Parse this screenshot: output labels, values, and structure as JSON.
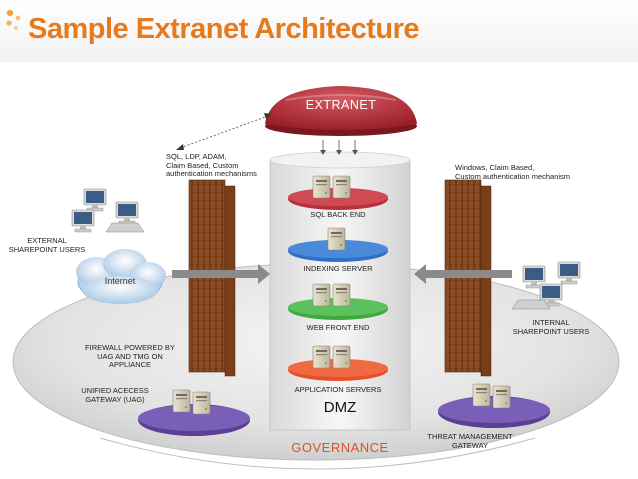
{
  "title": "Sample Extranet Architecture",
  "extranet_label": "EXTRANET",
  "left_auth_note": [
    "SQL, LDP, ADAM,",
    "Claim Based, Custom",
    "authentication mechanisms"
  ],
  "right_auth_note": [
    "Windows, Claim Based,",
    "Custom authentication mechanism"
  ],
  "external_users": [
    "EXTERNAL",
    "SHAREPOINT USERS"
  ],
  "internet_label": "Internet",
  "internal_users": [
    "INTERNAL",
    "SHAREPOINT USERS"
  ],
  "firewall_note": [
    "FIREWALL POWERED BY",
    "UAG AND TMG ON",
    "APPLIANCE"
  ],
  "uag_label": [
    "UNIFIED ACECESS",
    "GATEWAY (UAG)"
  ],
  "tmg_label": [
    "THREAT MANAGEMENT",
    "GATEWAY"
  ],
  "tiers": {
    "sql": "SQL BACK END",
    "indexing": "INDEXING SERVER",
    "web": "WEB FRONT END",
    "app": "APPLICATION SERVERS"
  },
  "dmz_label": "DMZ",
  "governance_label": "GOVERNANCE",
  "colors": {
    "title": "#e87a1e",
    "extranet_dome": "#b8303a",
    "sql_disk": "#b8303a",
    "indexing_disk": "#2f6fc6",
    "web_disk": "#3fa83f",
    "app_disk": "#e4502a",
    "gateway_disk": "#6a4fa3",
    "firewall": "#8a4a22",
    "governance": "#d9541e"
  }
}
